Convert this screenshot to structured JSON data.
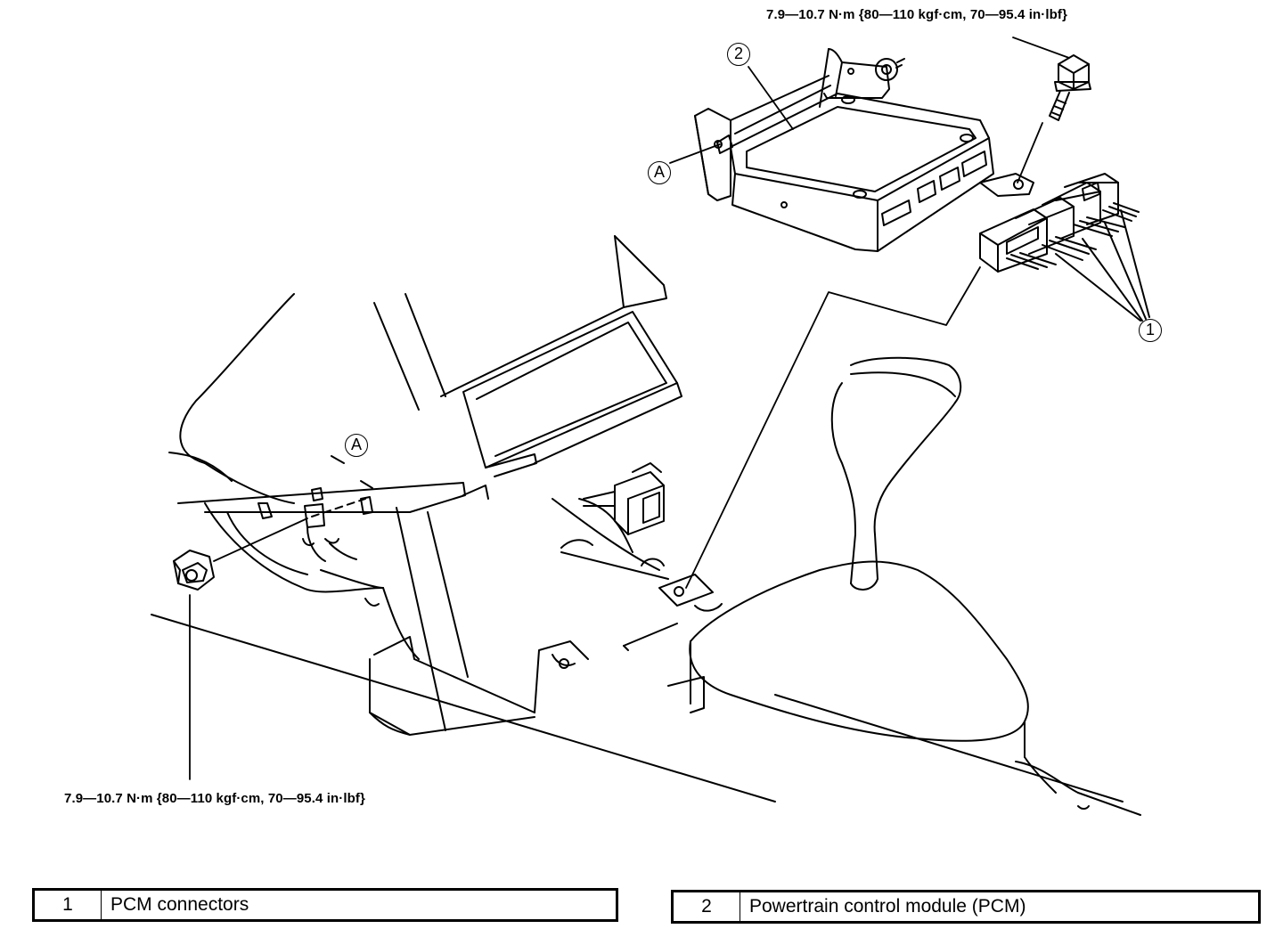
{
  "torque_specs": {
    "top": "7.9—10.7 N·m {80—110 kgf·cm, 70—95.4 in·lbf}",
    "bottom": "7.9—10.7 N·m {80—110 kgf·cm, 70—95.4 in·lbf}"
  },
  "callouts": {
    "one": "1",
    "two": "2",
    "a_pcm": "A",
    "a_mount": "A"
  },
  "legend": [
    {
      "number": "1",
      "label": "PCM connectors"
    },
    {
      "number": "2",
      "label": "Powertrain control module (PCM)"
    }
  ]
}
